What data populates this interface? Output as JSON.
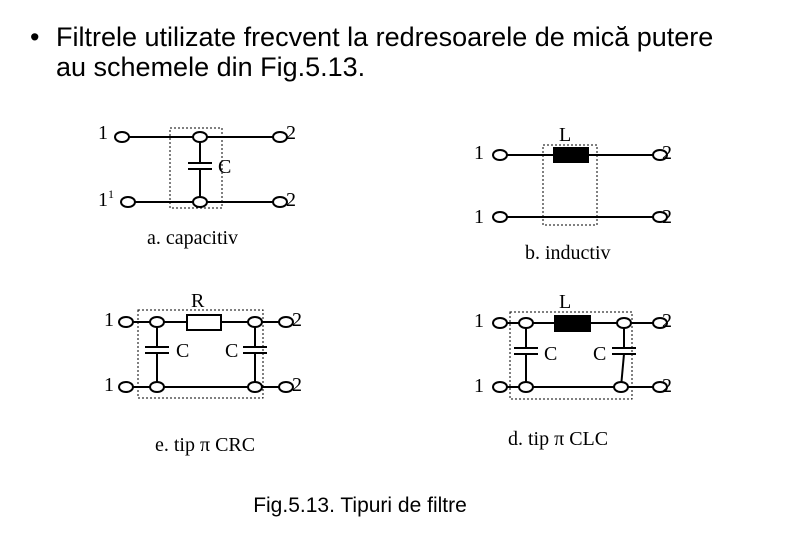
{
  "bullet": {
    "symbol": "•",
    "line1": "Filtrele utilizate frecvent la redresoarele de mică putere",
    "line2": "au schemele din Fig.5.13."
  },
  "circuits": {
    "a": {
      "caption": "a. capacitiv",
      "in_top": "1",
      "in_bottom_base": "1",
      "in_bottom_sup": "1",
      "out_top": "2",
      "out_bottom": "2",
      "cap": "C"
    },
    "b": {
      "caption": "b. inductiv",
      "in_top": "1",
      "in_bottom": "1",
      "out_top": "2",
      "out_bottom": "2",
      "inductor": "L"
    },
    "e": {
      "caption": "e. tip π CRC",
      "in_top": "1",
      "in_bottom": "1",
      "out_top": "2",
      "out_bottom": "2",
      "resistor": "R",
      "cap1": "C",
      "cap2": "C"
    },
    "d": {
      "caption": "d. tip π CLC",
      "in_top": "1",
      "in_bottom": "1",
      "out_top": "2",
      "out_bottom": "2",
      "inductor": "L",
      "cap1": "C",
      "cap2": "C"
    }
  },
  "figure_caption": "Fig.5.13. Tipuri de filtre"
}
